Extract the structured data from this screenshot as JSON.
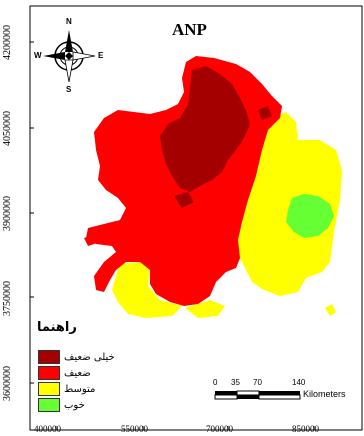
{
  "title": "ANP",
  "north_arrow": {
    "n": "N",
    "s": "S",
    "e": "E",
    "w": "W",
    "icon": "north-arrow-icon"
  },
  "axes": {
    "y_labels": [
      "4200000",
      "4050000",
      "3900000",
      "3750000",
      "3600000"
    ],
    "x_labels": [
      "400000",
      "550000",
      "700000",
      "850000"
    ]
  },
  "legend": {
    "title": "راهنما",
    "items": [
      {
        "label": "خیلی ضعیف",
        "color": "#a50000"
      },
      {
        "label": "ضعیف",
        "color": "#ff0000"
      },
      {
        "label": "متوسط",
        "color": "#ffff00"
      },
      {
        "label": "خوب",
        "color": "#66ff33"
      }
    ]
  },
  "scale_bar": {
    "ticks": [
      "0",
      "35",
      "70",
      "140"
    ],
    "unit": "Kilometers"
  }
}
